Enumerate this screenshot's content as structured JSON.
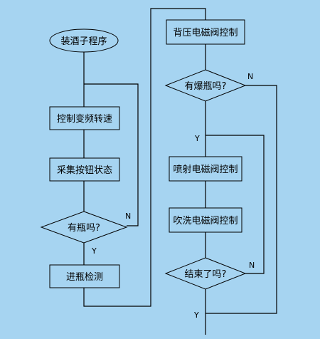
{
  "colors": {
    "background": "#a6d4f1",
    "stroke": "#000000"
  },
  "nodes": {
    "start": "装酒子程序",
    "ctrl_speed": "控制变频转速",
    "collect_button": "采集按钮状态",
    "has_bottle": "有瓶吗?",
    "bottle_check": "进瓶检测",
    "back_pressure": "背压电磁阀控制",
    "burst": "有爆瓶吗?",
    "spray": "喷射电磁阀控制",
    "blow": "吹洗电磁阀控制",
    "finish": "结束了吗?"
  },
  "labels": {
    "yes": "Y",
    "no": "N"
  }
}
